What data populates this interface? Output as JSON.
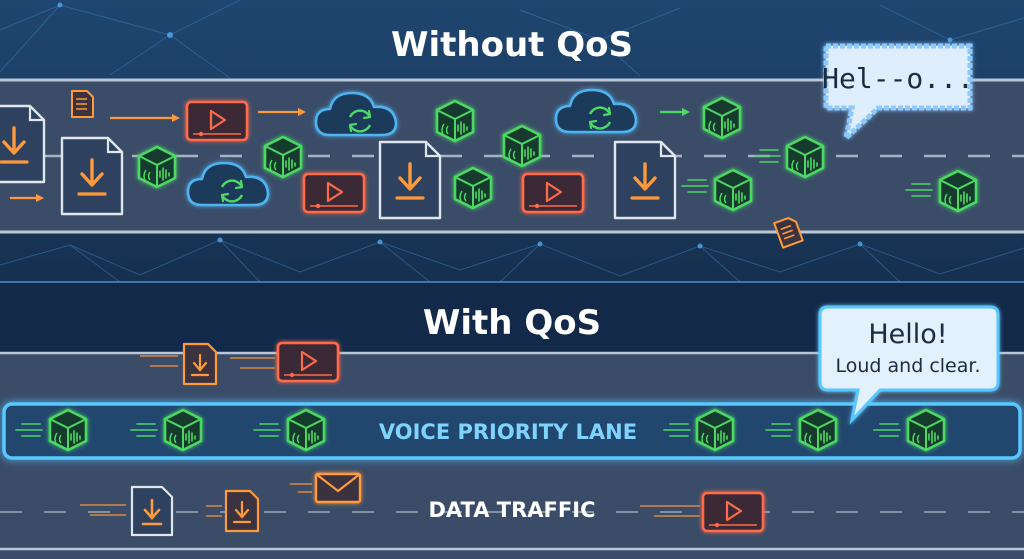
{
  "sections": {
    "without": {
      "title": "Without QoS",
      "bubble_text": "Hel--o..."
    },
    "with": {
      "title": "With QoS",
      "bubble_line1": "Hello!",
      "bubble_line2": "Loud and clear.",
      "voice_lane_label": "VOICE PRIORITY LANE",
      "data_lane_label": "DATA TRAFFIC"
    }
  },
  "colors": {
    "background": "#1a3556",
    "road": "#3a4c68",
    "voice": "#4cd964",
    "video": "#ff6b4a",
    "file": "#ff9a3c",
    "cloud": "#4fb3f0",
    "doc_outline": "#dfe6ee",
    "lane_glow": "#59c8ff"
  },
  "icons": {
    "voice_packet": "voice-packet-icon",
    "video": "video-icon",
    "download_file": "download-file-icon",
    "cloud_sync": "cloud-sync-icon",
    "document": "document-icon",
    "email": "email-icon"
  }
}
